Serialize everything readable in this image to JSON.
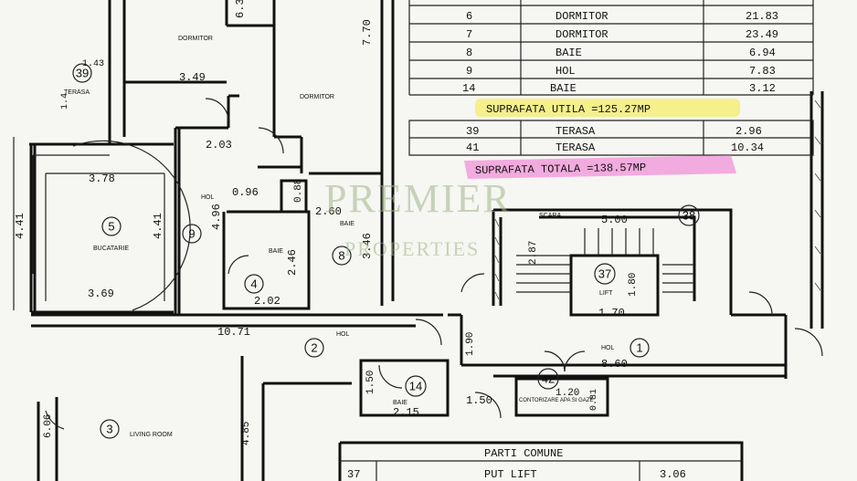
{
  "rooms": [
    {
      "num": "39",
      "name": "TERASA"
    },
    {
      "num": "5",
      "name": "BUCATARIE"
    },
    {
      "num": "9",
      "name": "HOL"
    },
    {
      "num": "4",
      "name": "BAIE"
    },
    {
      "num": "8",
      "name": "BAIE"
    },
    {
      "num": "2",
      "name": "HOL"
    },
    {
      "num": "3",
      "name": "LIVING ROOM"
    },
    {
      "num": "14",
      "name": "BAIE"
    },
    {
      "num": "42",
      "name": "CONTORIZARE APA SI GAZE"
    },
    {
      "num": "1",
      "name": "HOL"
    },
    {
      "num": "37",
      "name": "LIFT"
    },
    {
      "num": "38",
      "name": "SCARA"
    }
  ],
  "room_labels_top": {
    "dormitor_left": "DORMITOR",
    "dormitor_right": "DORMITOR"
  },
  "dimensions": {
    "d_6_3": "6.3",
    "d_7_70": "7.70",
    "d_3_49": "3.49",
    "d_1_43": "1.43",
    "d_1_4": "1.4",
    "d_2_03": "2.03",
    "d_3_78": "3.78",
    "d_0_96": "0.96",
    "d_0_88": "0.88",
    "d_2_60": "2.60",
    "d_4_41a": "4.41",
    "d_4_41b": "4.41",
    "d_4_96": "4.96",
    "d_2_46": "2.46",
    "d_3_46": "3.46",
    "d_3_69": "3.69",
    "d_2_02": "2.02",
    "d_10_71": "10.71",
    "d_1_90": "1.90",
    "d_8_60": "8.60",
    "d_1_50a": "1.50",
    "d_1_50b": "1.50",
    "d_2_15": "2.15",
    "d_1_20": "1.20",
    "d_0_81": "0.81",
    "d_6_06": "6.06",
    "d_4_85": "4.85",
    "d_5_00": "5.00",
    "d_2_87": "2.87",
    "d_1_80": "1.80",
    "d_1_70": "1.70"
  },
  "table_top": {
    "rows": [
      {
        "nr": "6",
        "name": "DORMITOR",
        "area": "21.83"
      },
      {
        "nr": "7",
        "name": "DORMITOR",
        "area": "23.49"
      },
      {
        "nr": "8",
        "name": "BAIE",
        "area": "6.94"
      },
      {
        "nr": "9",
        "name": "HOL",
        "area": "7.83"
      },
      {
        "nr": "14",
        "name": "BAIE",
        "area": "3.12"
      }
    ],
    "useful_area": "SUPRAFATA UTILA =125.27MP"
  },
  "table_terrace": {
    "rows": [
      {
        "nr": "39",
        "name": "TERASA",
        "area": "2.96"
      },
      {
        "nr": "41",
        "name": "TERASA",
        "area": "10.34"
      }
    ],
    "total_area": "SUPRAFATA TOTALA =138.57MP"
  },
  "table_common": {
    "header": "PARTI COMUNE",
    "rows": [
      {
        "nr": "37",
        "name": "PUT LIFT",
        "area": "3.06"
      }
    ]
  },
  "watermark": {
    "line1": "PREMIER",
    "line2": "PROPERTIES"
  },
  "colors": {
    "highlight_yellow": "#f4ec6a",
    "highlight_pink": "#f07ad0",
    "watermark": "#9fb58a"
  }
}
